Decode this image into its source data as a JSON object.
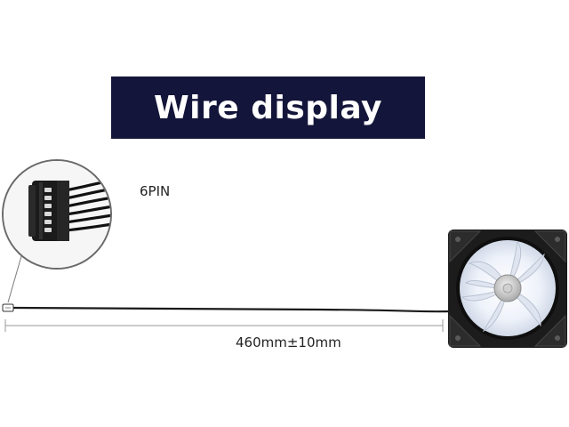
{
  "title": "Wire display",
  "connector_label": "6PIN",
  "length_label": "460mm±10mm",
  "icons": [
    "connector-closeup",
    "rgb-case-fan",
    "cable",
    "dimension-line"
  ],
  "colors": {
    "banner": "#14153a",
    "banner_text": "#ffffff",
    "cable": "#1a1a1a",
    "dimension_line": "#999999",
    "fan_frame": "#1c1c1c",
    "fan_glow": "#e8eef8"
  }
}
